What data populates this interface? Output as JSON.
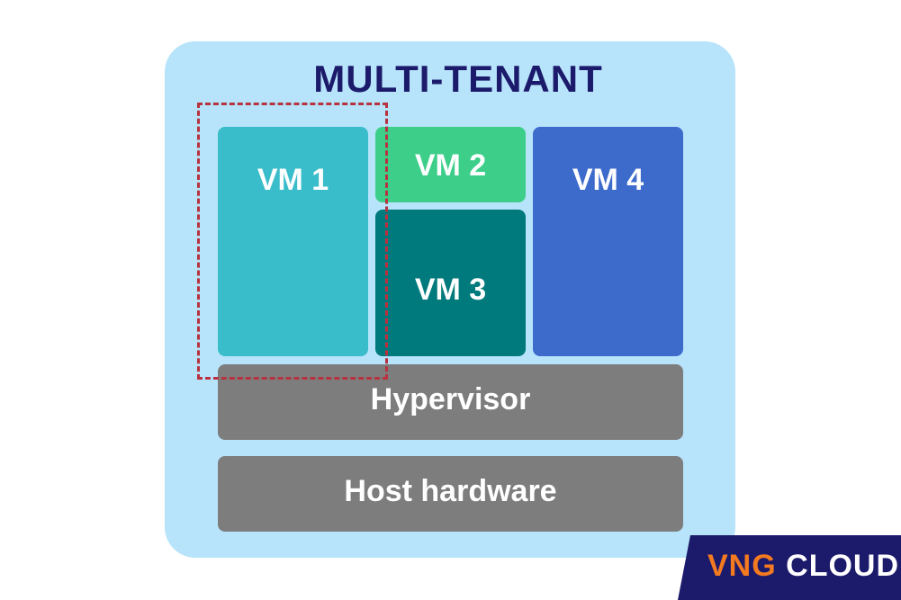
{
  "title": "MULTI-TENANT",
  "vms": [
    {
      "label": "VM 1",
      "color": "#3abdca"
    },
    {
      "label": "VM 2",
      "color": "#3dcf8a"
    },
    {
      "label": "VM 3",
      "color": "#007a7c"
    },
    {
      "label": "VM 4",
      "color": "#3d6bcc"
    }
  ],
  "layers": {
    "hypervisor": "Hypervisor",
    "host": "Host hardware"
  },
  "logo": {
    "brand": "VNG",
    "product": "CLOUD",
    "brand_color": "#f47a20",
    "background": "#1c1a6b"
  },
  "colors": {
    "container": "#b7e4fb",
    "title": "#1c1a6b",
    "layer": "#7d7d7d",
    "dashed_outline": "#b8323f"
  }
}
